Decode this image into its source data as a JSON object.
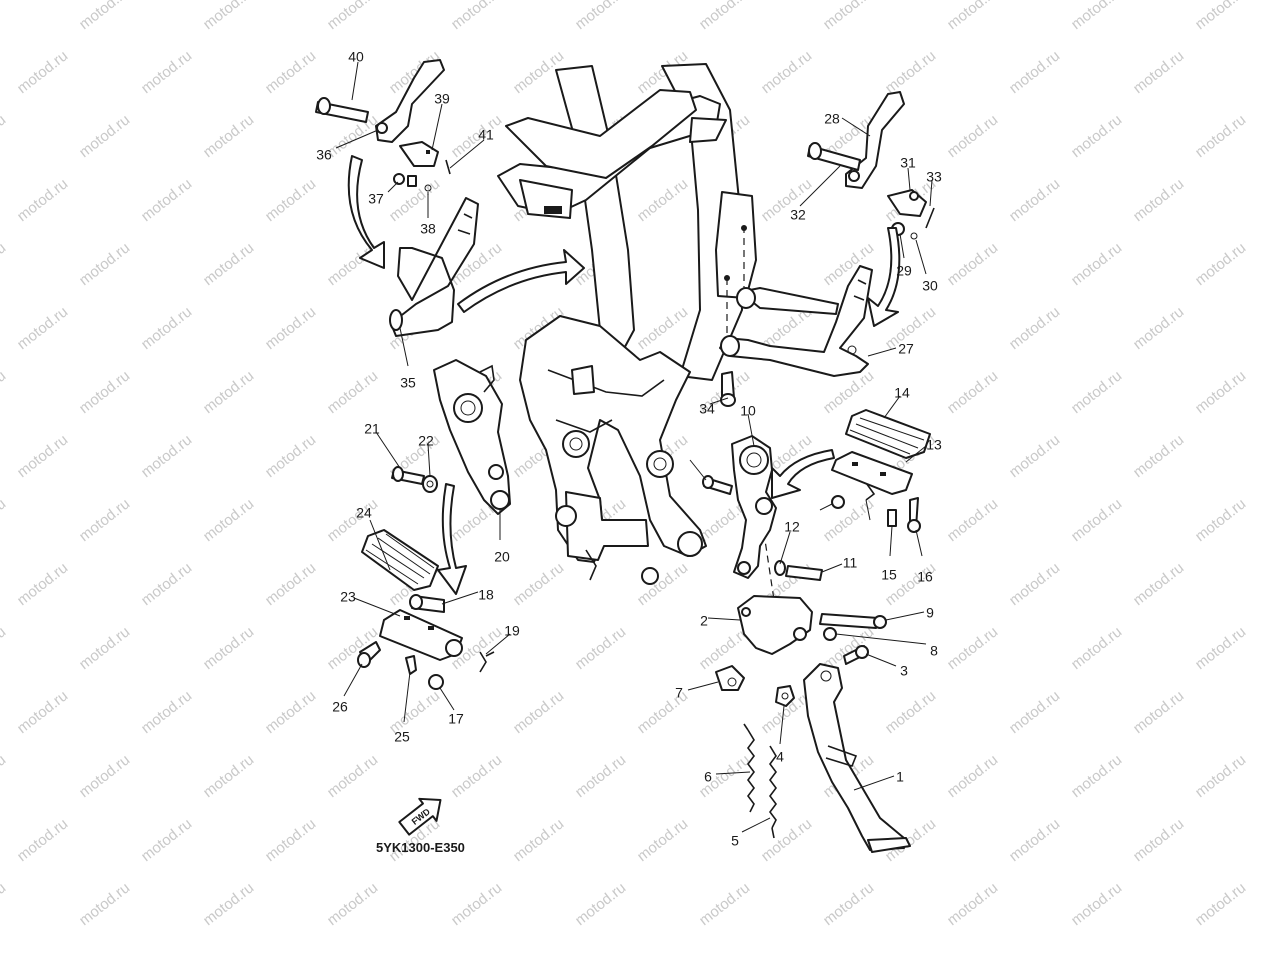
{
  "watermark": "motod.ru",
  "diagram_code": "5YK1300-E350",
  "fwd_label": "FWD",
  "callouts": [
    "40",
    "39",
    "41",
    "36",
    "37",
    "38",
    "35",
    "21",
    "22",
    "20",
    "24",
    "18",
    "19",
    "23",
    "26",
    "25",
    "17",
    "28",
    "31",
    "33",
    "32",
    "29",
    "30",
    "27",
    "34",
    "10",
    "14",
    "13",
    "12",
    "11",
    "15",
    "16",
    "2",
    "9",
    "8",
    "3",
    "7",
    "4",
    "6",
    "1",
    "5"
  ]
}
